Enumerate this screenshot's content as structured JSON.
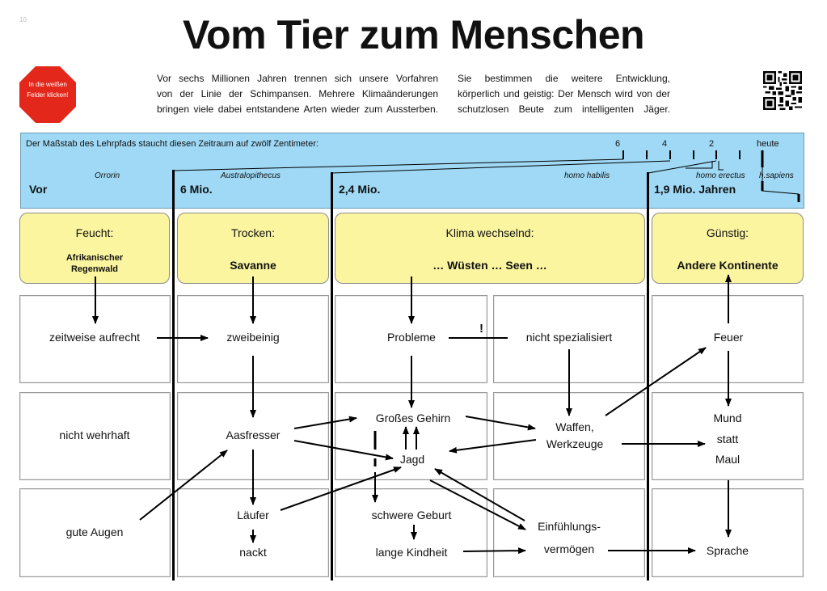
{
  "page_number": "10",
  "title": "Vom Tier zum Menschen",
  "hint": {
    "line1": "In die weißen",
    "line2": "Felder klicken!",
    "color": "#e3281b"
  },
  "intro": {
    "col1": [
      "Vor sechs Millionen Jahren trennen sich unsere Vorfahren",
      "von der Linie der Schimpansen. Mehrere Klimaänderungen",
      "bringen viele dabei entstandene Arten wieder zum  Aussterben."
    ],
    "col2": [
      "Sie bestimmen die weitere Entwicklung,",
      "körperlich und geistig: Der Mensch wird von der",
      "schutzlosen Beute zum intelligenten Jäger."
    ]
  },
  "qr_icon": "qr-code-icon",
  "scale": {
    "text": "Der Maßstab des Lehrpfads staucht diesen Zeitraum auf zwölf Zentimeter:",
    "ticks": [
      "6",
      "4",
      "2",
      "heute"
    ],
    "species": [
      "Orrorin",
      "Australopithecus",
      "homo habilis",
      "homo erectus",
      "h.sapiens"
    ],
    "eras": [
      "Vor",
      "6 Mio.",
      "2,4 Mio.",
      "1,9 Mio. Jahren"
    ],
    "band_color": "#9fd9f5"
  },
  "climate": [
    {
      "label": "Feucht:",
      "sub1": "Afrikanischer",
      "sub2": "Regenwald"
    },
    {
      "label": "Trocken:",
      "sub": "Savanne"
    },
    {
      "label": "Klima wechselnd:",
      "sub": "… Wüsten … Seen …"
    },
    {
      "label": "Günstig:",
      "sub": "Andere Kontinente"
    }
  ],
  "climate_color": "#fbf5a0",
  "nodes": {
    "zeitweise_aufrecht": "zeitweise aufrecht",
    "zweibeinig": "zweibeinig",
    "probleme": "Probleme",
    "exclamation": "!",
    "nicht_spezialisiert": "nicht spezialisiert",
    "feuer": "Feuer",
    "nicht_wehrhaft": "nicht wehrhaft",
    "aasfresser": "Aasfresser",
    "grosses_gehirn": "Großes Gehirn",
    "jagd": "Jagd",
    "waffen": "Waffen,",
    "werkzeuge": "Werkzeuge",
    "mund": "Mund",
    "statt": "statt",
    "maul": "Maul",
    "gute_augen": "gute Augen",
    "laeufer": "Läufer",
    "nackt": "nackt",
    "schwere_geburt": "schwere Geburt",
    "lange_kindheit": "lange Kindheit",
    "einfuehlungs": "Einfühlungs-",
    "vermoegen": "vermögen",
    "sprache": "Sprache"
  }
}
